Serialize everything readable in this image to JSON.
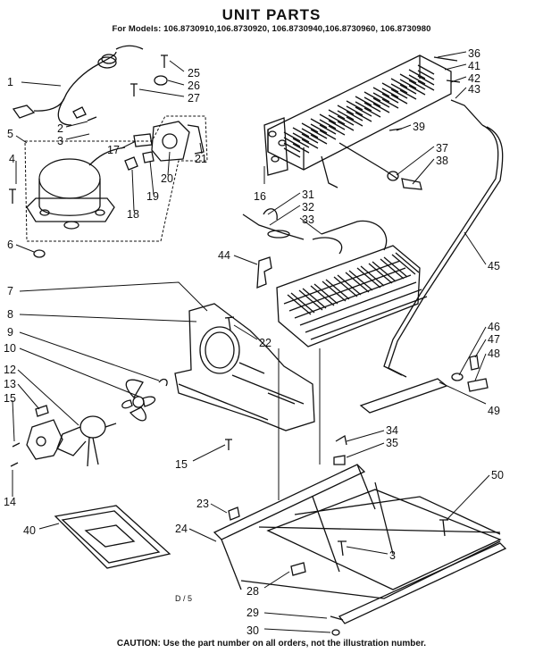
{
  "header": {
    "title": "UNIT PARTS",
    "models": "For Models: 106.8730910,106.8730920, 106.8730940,106.8730960, 106.8730980"
  },
  "footer": {
    "caution": "CAUTION: Use the part number on all orders, not the illustration number.",
    "page_mark": "D / 5"
  },
  "callouts": [
    "1",
    "2",
    "3",
    "4",
    "5",
    "6",
    "7",
    "8",
    "9",
    "10",
    "12",
    "13",
    "14",
    "15",
    "15",
    "16",
    "17",
    "18",
    "19",
    "20",
    "21",
    "22",
    "23",
    "24",
    "25",
    "26",
    "27",
    "28",
    "29",
    "30",
    "31",
    "32",
    "33",
    "34",
    "35",
    "36",
    "37",
    "38",
    "39",
    "3",
    "40",
    "41",
    "42",
    "43",
    "44",
    "45",
    "46",
    "47",
    "48",
    "49",
    "50"
  ]
}
